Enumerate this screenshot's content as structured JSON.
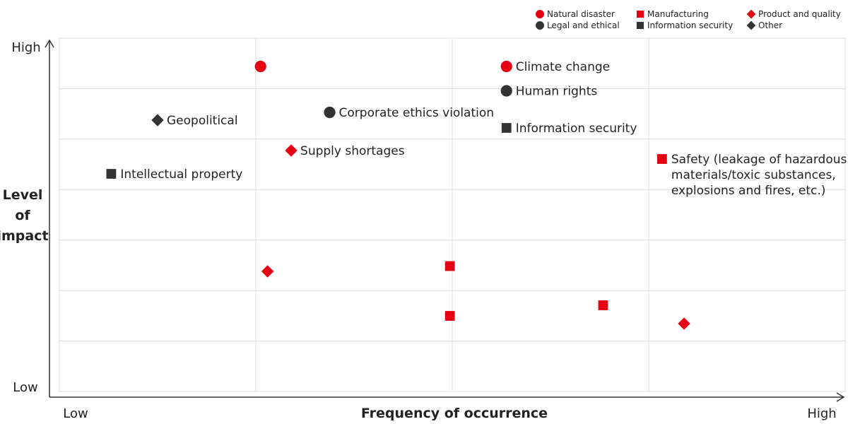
{
  "chart_data": {
    "type": "scatter",
    "xlabel": "Frequency of occurrence",
    "ylabel": [
      "Level",
      "of",
      "impact"
    ],
    "x_low_label": "Low",
    "x_high_label": "High",
    "y_low_label": "Low",
    "y_high_label": "High",
    "xlim": [
      0,
      100
    ],
    "ylim": [
      0,
      100
    ],
    "grid": true,
    "legend_position": "top-right",
    "categories": [
      {
        "id": "natural",
        "name": "Natural disaster",
        "shape": "circle",
        "color": "#e60012"
      },
      {
        "id": "legal",
        "name": "Legal and ethical",
        "shape": "circle",
        "color": "#333333"
      },
      {
        "id": "manufacturing",
        "name": "Manufacturing",
        "shape": "square",
        "color": "#e60012"
      },
      {
        "id": "infosec",
        "name": "Information security",
        "shape": "square",
        "color": "#333333"
      },
      {
        "id": "product",
        "name": "Product and quality",
        "shape": "diamond",
        "color": "#e60012"
      },
      {
        "id": "other",
        "name": "Other",
        "shape": "diamond",
        "color": "#333333"
      }
    ],
    "points": [
      {
        "category": "natural",
        "x": 25.6,
        "y": 92.0,
        "label": []
      },
      {
        "category": "natural",
        "x": 56.9,
        "y": 92.0,
        "label": [
          "Climate change"
        ]
      },
      {
        "category": "legal",
        "x": 56.9,
        "y": 85.1,
        "label": [
          "Human rights"
        ]
      },
      {
        "category": "legal",
        "x": 34.4,
        "y": 79.0,
        "label": [
          "Corporate ethics violation"
        ]
      },
      {
        "category": "infosec",
        "x": 56.9,
        "y": 74.6,
        "label": [
          "Information security"
        ]
      },
      {
        "category": "other",
        "x": 12.5,
        "y": 76.8,
        "label": [
          "Geopolitical"
        ]
      },
      {
        "category": "product",
        "x": 29.5,
        "y": 68.2,
        "label": [
          "Supply shortages"
        ]
      },
      {
        "category": "infosec",
        "x": 6.6,
        "y": 61.6,
        "label": [
          "Intellectual property"
        ]
      },
      {
        "category": "manufacturing",
        "x": 76.7,
        "y": 65.8,
        "label": [
          "Safety (leakage of hazardous",
          "materials/toxic substances,",
          "explosions and fires, etc.)"
        ]
      },
      {
        "category": "product",
        "x": 26.5,
        "y": 34.0,
        "label": []
      },
      {
        "category": "manufacturing",
        "x": 49.7,
        "y": 35.5,
        "label": []
      },
      {
        "category": "manufacturing",
        "x": 49.7,
        "y": 21.4,
        "label": []
      },
      {
        "category": "manufacturing",
        "x": 69.2,
        "y": 24.4,
        "label": []
      },
      {
        "category": "product",
        "x": 79.5,
        "y": 19.2,
        "label": []
      }
    ]
  }
}
